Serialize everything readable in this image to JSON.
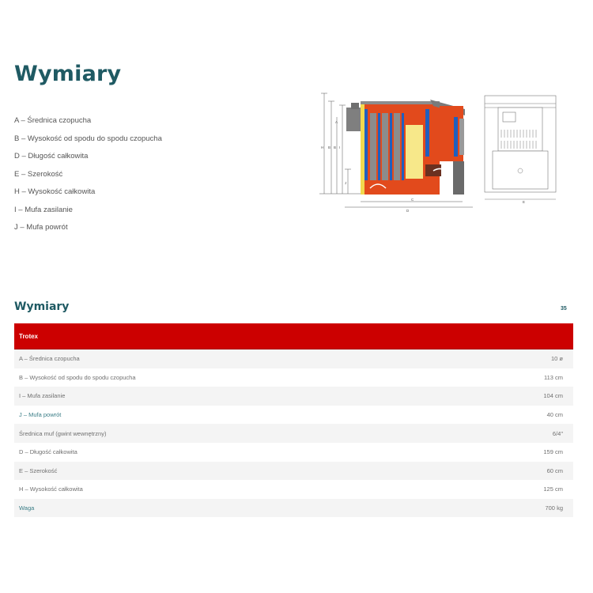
{
  "section_top": {
    "title": "Wymiary",
    "legend": [
      "A – Średnica czopucha",
      "B – Wysokość od spodu do spodu czopucha",
      "D – Długość całkowita",
      "E – Szerokość",
      "H – Wysokość całkowita",
      "I – Mufa zasilanie",
      "J – Mufa powrót"
    ]
  },
  "diagram": {
    "side_view_labels": {
      "vertical": [
        "H",
        "B",
        "B",
        "I",
        "A",
        "J"
      ],
      "horizontal": [
        "C",
        "D"
      ]
    },
    "front_view_labels": {
      "horizontal": [
        "E"
      ]
    },
    "colors": {
      "body_red": "#e24a1c",
      "insulation_yellow": "#f2d94e",
      "water_blue": "#1f5fbf",
      "steel_gray": "#8c8c8c"
    }
  },
  "section_table": {
    "title": "Wymiary",
    "page_number": "35",
    "header": "Trotex",
    "rows": [
      {
        "label": "A – Średnica czopucha",
        "value": "10 ø",
        "accent": false
      },
      {
        "label": "B – Wysokość od spodu do spodu czopucha",
        "value": "113 cm",
        "accent": false
      },
      {
        "label": "I – Mufa zasilanie",
        "value": "104 cm",
        "accent": false
      },
      {
        "label": "J – Mufa powrót",
        "value": "40 cm",
        "accent": true
      },
      {
        "label": "Średnica muf (gwint wewnętrzny)",
        "value": "6/4\"",
        "accent": false
      },
      {
        "label": "D – Długość całkowita",
        "value": "159 cm",
        "accent": false
      },
      {
        "label": "E – Szerokość",
        "value": "60 cm",
        "accent": false
      },
      {
        "label": "H – Wysokość całkowita",
        "value": "125 cm",
        "accent": false
      },
      {
        "label": "Waga",
        "value": "700 kg",
        "accent": true
      }
    ]
  },
  "colors": {
    "heading": "#1f5a63",
    "header_bg": "#cc0000",
    "row_alt": "#f4f4f4"
  }
}
